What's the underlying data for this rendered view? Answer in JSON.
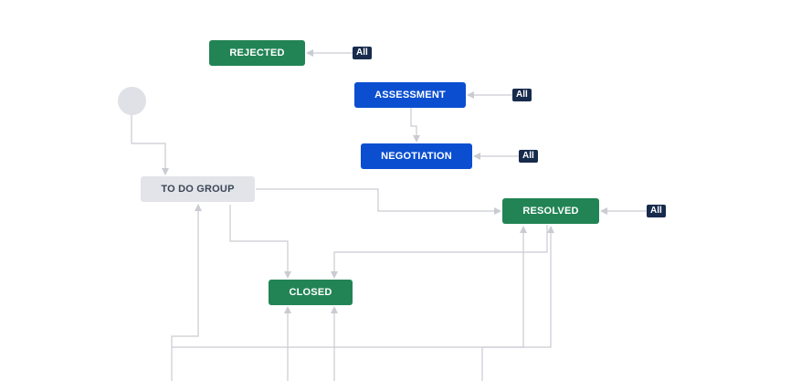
{
  "statuses": {
    "rejected": "REJECTED",
    "assessment": "ASSESSMENT",
    "negotiation": "NEGOTIATION",
    "todo_group": "TO DO GROUP",
    "resolved": "RESOLVED",
    "closed": "CLOSED"
  },
  "global_transition_label": "All",
  "colors": {
    "done": "#228455",
    "in_progress": "#0b4fd0",
    "todo": "#e2e4e9",
    "badge": "#172b4d",
    "edge": "#c9ccd2"
  }
}
